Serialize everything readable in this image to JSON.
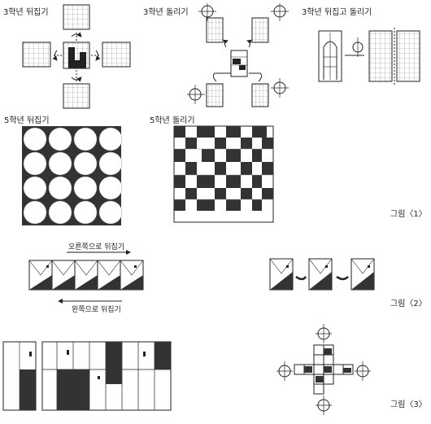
{
  "labels": {
    "flip3": "3학년 뒤집기",
    "rotate3": "3학년 돌리기",
    "fliprotate3": "3학년 뒤집고 돌리기",
    "flip5": "5학년 뒤집기",
    "rotate5": "5학년 돌리기",
    "to_right": "오른쪽으로 뒤집기",
    "to_left": "왼쪽으로 뒤집기"
  },
  "figures": {
    "fig1": "그림〈1〉",
    "fig2": "그림〈2〉",
    "fig3": "그림〈3〉"
  },
  "colors": {
    "ink": "#222222",
    "dark": "#333333",
    "grid": "#888888"
  }
}
